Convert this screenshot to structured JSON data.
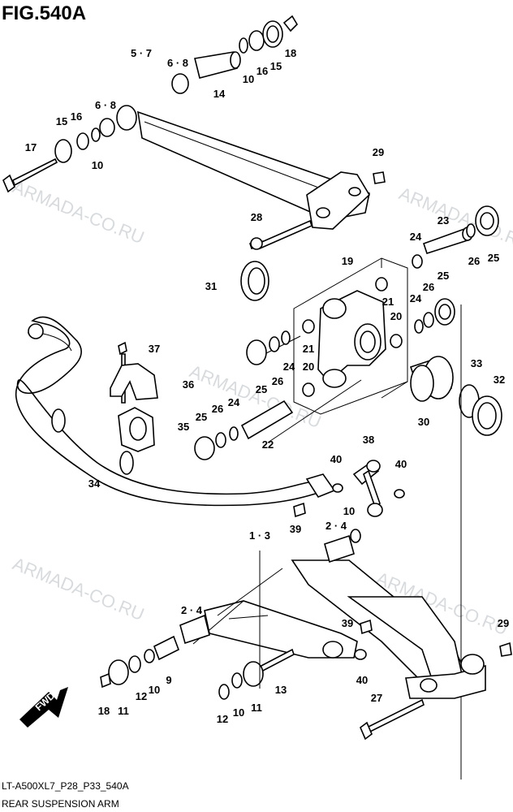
{
  "title": "FIG.540A",
  "footer": {
    "code": "LT-A500XL7_P28_P33_540A",
    "caption": "REAR SUSPENSION ARM"
  },
  "watermark": "ARMADA-CO.RU",
  "fwd_label": "FWD",
  "callouts": {
    "c5_7": "5 · 7",
    "c6_8a": "6 · 8",
    "c10a": "10",
    "c16a": "16",
    "c15a": "15",
    "c18a": "18",
    "c14": "14",
    "c6_8b": "6 · 8",
    "c15b": "15",
    "c16b": "16",
    "c17": "17",
    "c10b": "10",
    "c29a": "29",
    "c28": "28",
    "c23": "23",
    "c24a": "24",
    "c25a": "25",
    "c26a": "26",
    "c19": "19",
    "c31": "31",
    "c21a": "21",
    "c20a": "20",
    "c26b": "26",
    "c25b": "25",
    "c24b": "24",
    "c37": "37",
    "c21b": "21",
    "c24c": "24",
    "c20b": "20",
    "c26c": "26",
    "c25c": "25",
    "c33": "33",
    "c32": "32",
    "c36": "36",
    "c26d": "26",
    "c24d": "24",
    "c25d": "25",
    "c35": "35",
    "c22": "22",
    "c30": "30",
    "c34": "34",
    "c38": "38",
    "c40a": "40",
    "c40b": "40",
    "c39a": "39",
    "c10c": "10",
    "c1_3": "1 · 3",
    "c2_4a": "2 · 4",
    "c2_4b": "2 · 4",
    "c39b": "39",
    "c29b": "29",
    "c9": "9",
    "c18b": "18",
    "c11a": "11",
    "c12a": "12",
    "c10d": "10",
    "c13": "13",
    "c40c": "40",
    "c12b": "12",
    "c10e": "10",
    "c11b": "11",
    "c27": "27"
  }
}
